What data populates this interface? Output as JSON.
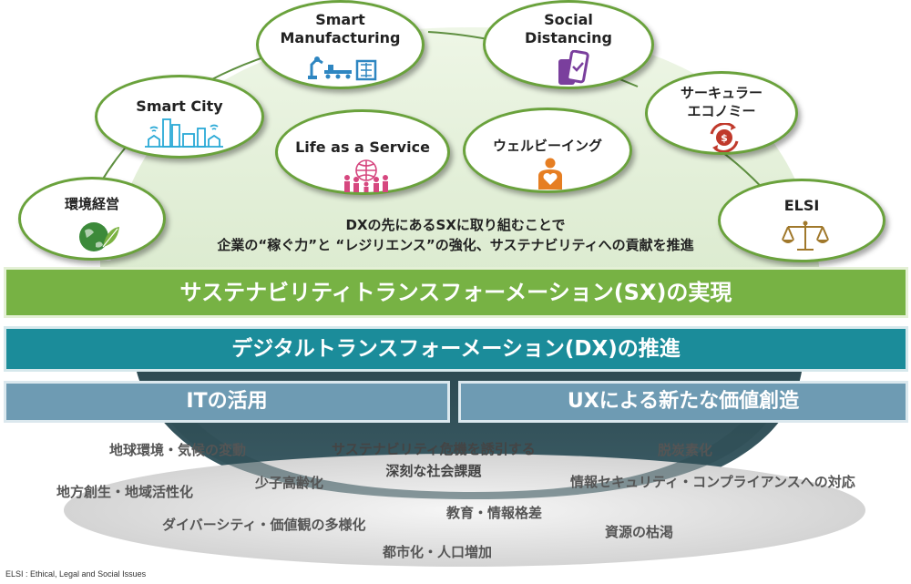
{
  "nodes": {
    "smart_manufacturing": {
      "label_line1": "Smart",
      "label_line2": "Manufacturing"
    },
    "social_distancing": {
      "label_line1": "Social",
      "label_line2": "Distancing"
    },
    "smart_city": {
      "label": "Smart City"
    },
    "circular_economy": {
      "label_line1": "サーキュラー",
      "label_line2": "エコノミー"
    },
    "life_as_a_service": {
      "label": "Life as a Service"
    },
    "wellbeing": {
      "label": "ウェルビーイング"
    },
    "environmental_management": {
      "label": "環境経営"
    },
    "elsi": {
      "label": "ELSI"
    }
  },
  "intro": {
    "line1": "DXの先にあるSXに取り組むことで",
    "line2": "企業の“稼ぐ力”と “レジリエンス”の強化、サステナビリティへの貢献を推進"
  },
  "bands": {
    "sx": "サステナビリティトランスフォーメーション(SX)の実現",
    "dx": "デジタルトランスフォーメーション(DX)の推進",
    "it": "ITの活用",
    "ux": "UXによる新たな価値創造"
  },
  "issues": {
    "global_environment": "地球環境・気候の変動",
    "crisis_line1": "サステナビリティ危機を誘引する",
    "crisis_line2": "深刻な社会課題",
    "decarbonization": "脱炭素化",
    "regional_revitalization": "地方創生・地域活性化",
    "aging": "少子高齢化",
    "security": "情報セキュリティ・コンプライアンスへの対応",
    "education": "教育・情報格差",
    "diversity": "ダイバーシティ・価値観の多様化",
    "resources": "資源の枯渇",
    "urbanization": "都市化・人口増加"
  },
  "footnote": "ELSI : Ethical, Legal and Social Issues",
  "colors": {
    "green_accent": "#6aa23c",
    "sx_band": "#77b244",
    "dx_band": "#1b8c9a",
    "sub_band": "#6e9bb3",
    "icon_blue": "#2e86c1",
    "icon_purple": "#7a3f9d",
    "icon_pink": "#d6477f",
    "icon_orange": "#e67e22",
    "icon_red": "#c0392b",
    "icon_gold": "#a0782b"
  }
}
